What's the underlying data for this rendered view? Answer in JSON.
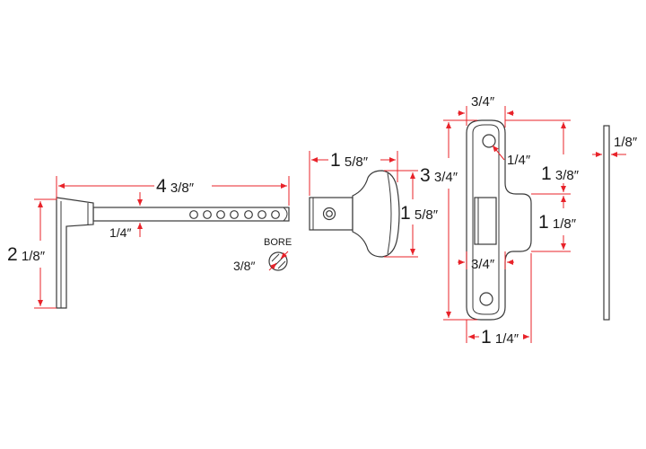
{
  "colors": {
    "dimension": "#e8232a",
    "outline": "#3a3a3a",
    "background": "#ffffff"
  },
  "labels": {
    "lever_length_big": "4",
    "lever_length_frac": " 3/8″",
    "lever_height_big": "2",
    "lever_height_frac": " 1/8″",
    "spindle_dia": "1/4″",
    "bore_title": "BORE",
    "bore_dia": "3/8″",
    "knob_length_big": "1",
    "knob_length_frac": " 5/8″",
    "knob_dia_big": "1",
    "knob_dia_frac": " 5/8″",
    "strike_top_width": "3/4″",
    "strike_hole": "1/4″",
    "strike_height_big": "3",
    "strike_height_frac": " 3/4″",
    "strike_upper_big": "1",
    "strike_upper_frac": " 3/8″",
    "strike_lower_big": "1",
    "strike_lower_frac": " 1/8″",
    "strike_mid_width": "3/4″",
    "strike_bottom_width_big": "1",
    "strike_bottom_width_frac": " 1/4″",
    "plate_thickness": "1/8″"
  }
}
